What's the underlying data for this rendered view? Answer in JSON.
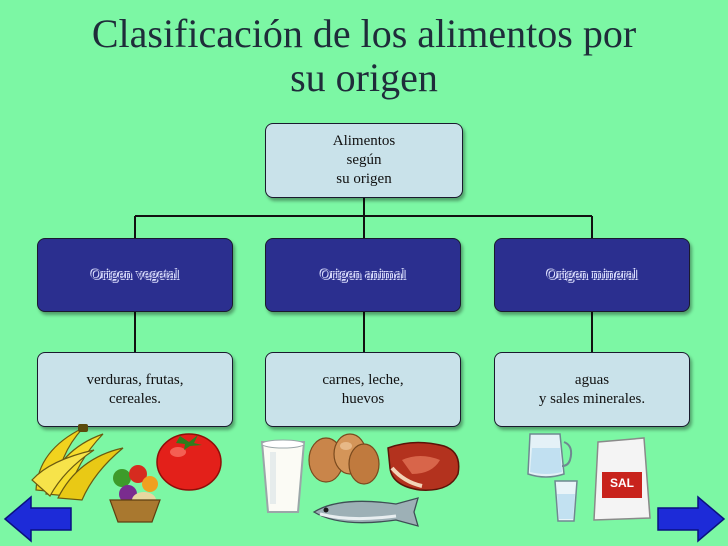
{
  "title": {
    "line1": "Clasificación de los alimentos por",
    "line2": "su origen"
  },
  "diagram": {
    "root": "Alimentos\nsegún\nsu origen",
    "categories": [
      {
        "label": "Origen vegetal",
        "examples": "verduras, frutas,\ncereales."
      },
      {
        "label": "Origen animal",
        "examples": "carnes, leche,\nhuevos"
      },
      {
        "label": "Origen mineral",
        "examples": "aguas\ny sales minerales."
      }
    ]
  },
  "images": {
    "vegetal": [
      "banana-icon",
      "tomato-icon",
      "vegetable-basket-icon"
    ],
    "animal": [
      "milk-glass-icon",
      "eggs-icon",
      "meat-steak-icon",
      "fish-icon"
    ],
    "mineral": [
      "water-jug-icon",
      "water-glass-icon",
      "salt-bag-icon"
    ]
  },
  "salt_label": "SAL",
  "nav": {
    "prev_icon": "arrow-left-icon",
    "next_icon": "arrow-right-icon"
  },
  "colors": {
    "background": "#7cf7a4",
    "node_light": "#c9e2ea",
    "node_dark": "#2b2f8f",
    "nav_arrow": "#1d2bd8"
  }
}
